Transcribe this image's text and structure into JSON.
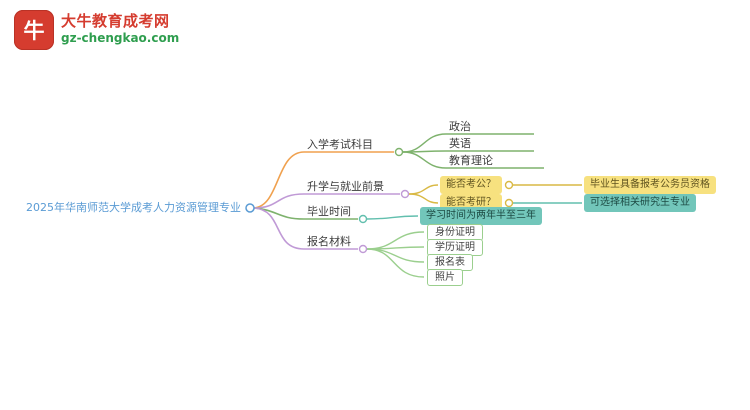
{
  "logo": {
    "icon_glyph": "牛",
    "brand": "大牛教育成考网",
    "domain": "gz-chengkao.com",
    "brand_color": "#d53c2f",
    "domain_color": "#2f9e4f"
  },
  "mindmap": {
    "root": {
      "label": "2025年华南师范大学成考人力资源管理专业",
      "color": "#5a9bd4"
    },
    "branches": [
      {
        "label": "入学考试科目",
        "color": "#f0a14f",
        "children_color": "#7eb26d",
        "children": [
          {
            "label": "政治"
          },
          {
            "label": "英语"
          },
          {
            "label": "教育理论"
          }
        ]
      },
      {
        "label": "升学与就业前景",
        "color": "#c09ad6",
        "children": [
          {
            "label": "能否考公？",
            "style": "yellow-pill",
            "children": [
              {
                "label": "毕业生具备报考公务员资格",
                "style": "yellow-pill"
              }
            ]
          },
          {
            "label": "能否考研？",
            "style": "yellow-pill",
            "children": [
              {
                "label": "可选择相关研究生专业",
                "style": "teal-pill"
              }
            ]
          }
        ]
      },
      {
        "label": "毕业时间",
        "color": "#7eb26d",
        "children": [
          {
            "label": "学习时间为两年半至三年",
            "style": "teal-pill"
          }
        ]
      },
      {
        "label": "报名材料",
        "color": "#c09ad6",
        "children_color": "#9bcf8e",
        "children": [
          {
            "label": "身份证明"
          },
          {
            "label": "学历证明"
          },
          {
            "label": "报名表"
          },
          {
            "label": "照片"
          }
        ]
      }
    ],
    "accent_colors": {
      "yellow_line": "#d9b945",
      "teal_line": "#62bfae",
      "yellow_pill_bg": "#f7e17f",
      "teal_pill_bg": "#72c6ba"
    }
  }
}
